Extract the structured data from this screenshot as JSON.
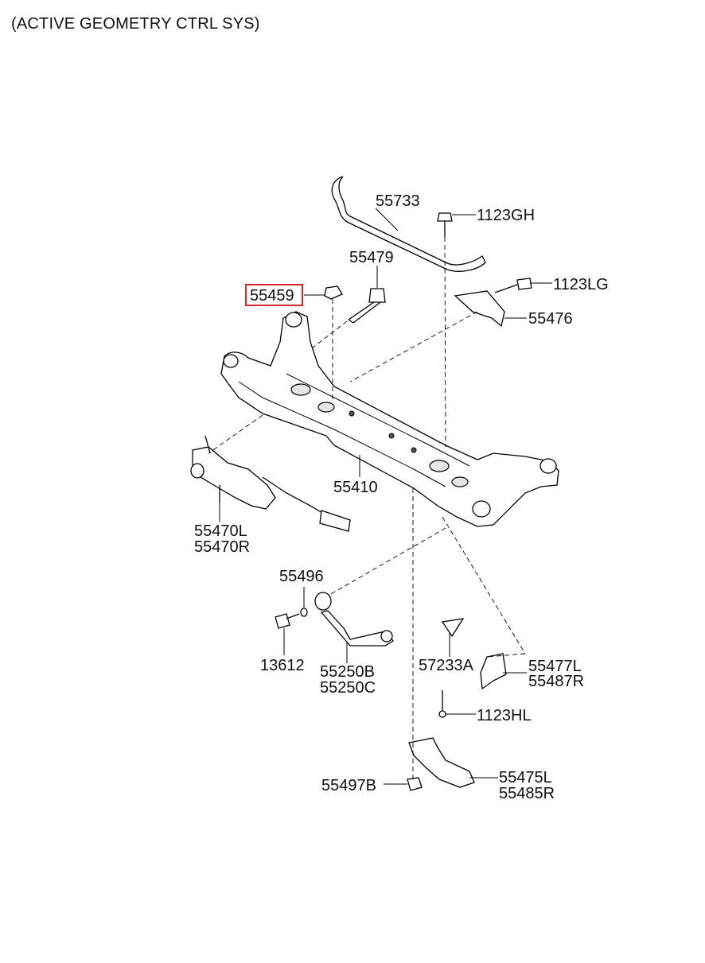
{
  "title": "(ACTIVE GEOMETRY CTRL SYS)",
  "highlight_color": "#d42a2a",
  "labels": {
    "p55733": "55733",
    "p1123GH": "1123GH",
    "p55479": "55479",
    "p55459": "55459",
    "p1123LG": "1123LG",
    "p55476": "55476",
    "p55410": "55410",
    "p55470L": "55470L",
    "p55470R": "55470R",
    "p55496": "55496",
    "p13612": "13612",
    "p55250B": "55250B",
    "p55250C": "55250C",
    "p57233A": "57233A",
    "p55477L": "55477L",
    "p55487R": "55487R",
    "p1123HL": "1123HL",
    "p55497B": "55497B",
    "p55475L": "55475L",
    "p55485R": "55485R"
  }
}
